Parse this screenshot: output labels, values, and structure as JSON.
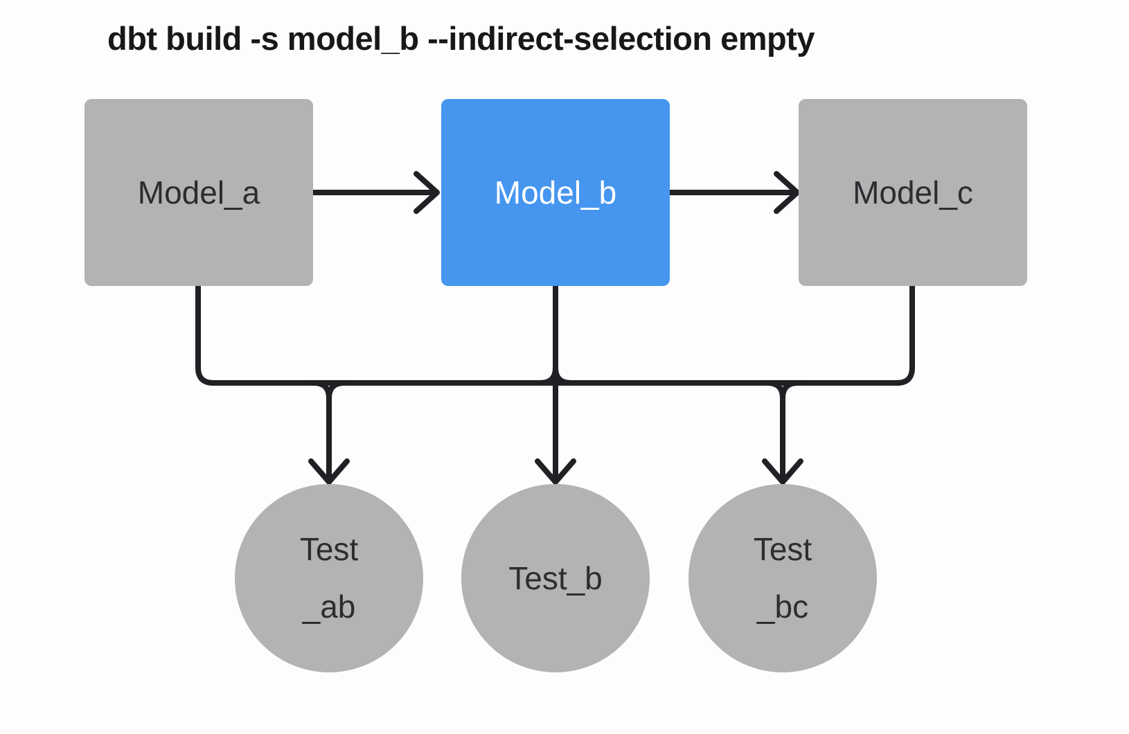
{
  "title": "dbt build -s model_b --indirect-selection empty",
  "diagram": {
    "nodes": {
      "model_a": {
        "label": "Model_a",
        "type": "model",
        "state": "unselected"
      },
      "model_b": {
        "label": "Model_b",
        "type": "model",
        "state": "selected"
      },
      "model_c": {
        "label": "Model_c",
        "type": "model",
        "state": "unselected"
      },
      "test_ab": {
        "lines": [
          "Test",
          "_ab"
        ],
        "type": "test",
        "state": "unselected"
      },
      "test_b": {
        "label": "Test_b",
        "type": "test",
        "state": "unselected"
      },
      "test_bc": {
        "lines": [
          "Test",
          "_bc"
        ],
        "type": "test",
        "state": "unselected"
      }
    },
    "edges": [
      {
        "from": "model_a",
        "to": "model_b"
      },
      {
        "from": "model_b",
        "to": "model_c"
      },
      {
        "from": "model_a",
        "to": "test_ab"
      },
      {
        "from": "model_b",
        "to": "test_ab"
      },
      {
        "from": "model_b",
        "to": "test_b"
      },
      {
        "from": "model_b",
        "to": "test_bc"
      },
      {
        "from": "model_c",
        "to": "test_bc"
      }
    ],
    "colors": {
      "node_default": "#b3b3b3",
      "node_selected": "#4696f0",
      "node_text": "#2b2d30",
      "selected_node_text": "#ffffff",
      "connector": "#1f2124",
      "title_text": "#17181a",
      "background": "#fdfdfd"
    }
  }
}
